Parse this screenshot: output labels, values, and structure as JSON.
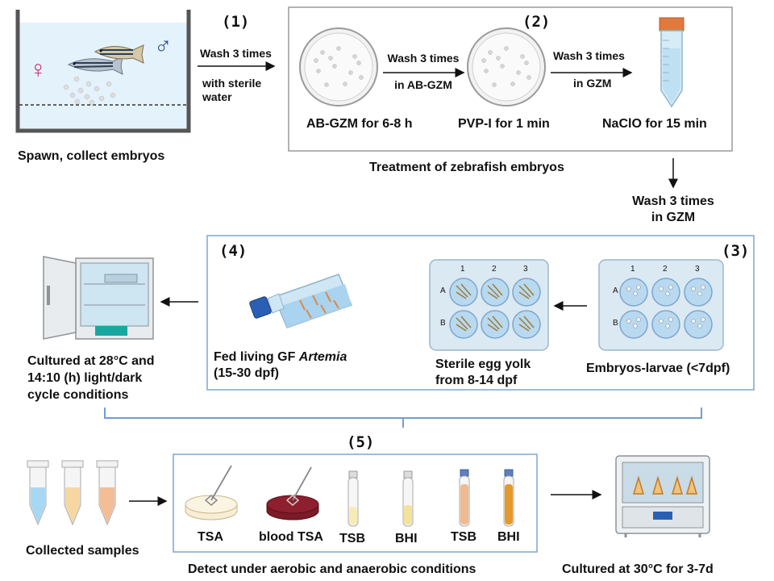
{
  "steps": {
    "s1": "(1)",
    "s2": "(2)",
    "s3": "(3)",
    "s4": "(4)",
    "s5": "(5)"
  },
  "spawn": {
    "caption": "Spawn, collect embryos",
    "female_symbol": "♀",
    "male_symbol": "♂"
  },
  "wash1": {
    "line1": "Wash  3 times",
    "line2": "with sterile",
    "line3": "water"
  },
  "treatment": {
    "title": "Treatment of zebrafish embryos",
    "dish1_label": "AB-GZM for 6-8 h",
    "wash_a_line1": "Wash  3 times",
    "wash_a_line2": "in AB-GZM",
    "dish2_label": "PVP-I for 1 min",
    "wash_b_line1": "Wash  3 times",
    "wash_b_line2": "in GZM",
    "tube_label": "NaClO for 15 min"
  },
  "wash_gzm": {
    "line1": "Wash  3 times",
    "line2": "in GZM"
  },
  "rearing": {
    "plate_cols": [
      "1",
      "2",
      "3"
    ],
    "plate_rows": [
      "A",
      "B"
    ],
    "embryo_label": "Embryos-larvae (<7dpf)",
    "yolk_line1": "Sterile egg yolk",
    "yolk_line2": "from  8-14 dpf",
    "fed_prefix": "Fed  living GF ",
    "fed_italic": "Artemia",
    "fed_line2": "(15-30 dpf)"
  },
  "incubator": {
    "line1": "Cultured  at 28°C and",
    "line2": "14:10 (h) light/dark",
    "line3": "cycle conditions"
  },
  "detection": {
    "samples_label": "Collected samples",
    "media": [
      "TSA",
      "blood TSA",
      "TSB",
      "BHI",
      "TSB",
      "BHI"
    ],
    "caption": "Detect under aerobic and anaerobic conditions",
    "culture_label": "Cultured  at 30°C for 3-7d"
  },
  "colors": {
    "box_border_gray": "#9a9a9a",
    "box_border_blue": "#7ea6cc",
    "bracket_blue": "#6f9fcf",
    "tank_water": "#e4f2fb",
    "plate_fill": "#dbe9f3",
    "well_fill": "#b8d9ef",
    "blood_agar": "#8e1f2f",
    "tsb_orange": "#f1b98e",
    "bhi_amber": "#e39a2b"
  }
}
